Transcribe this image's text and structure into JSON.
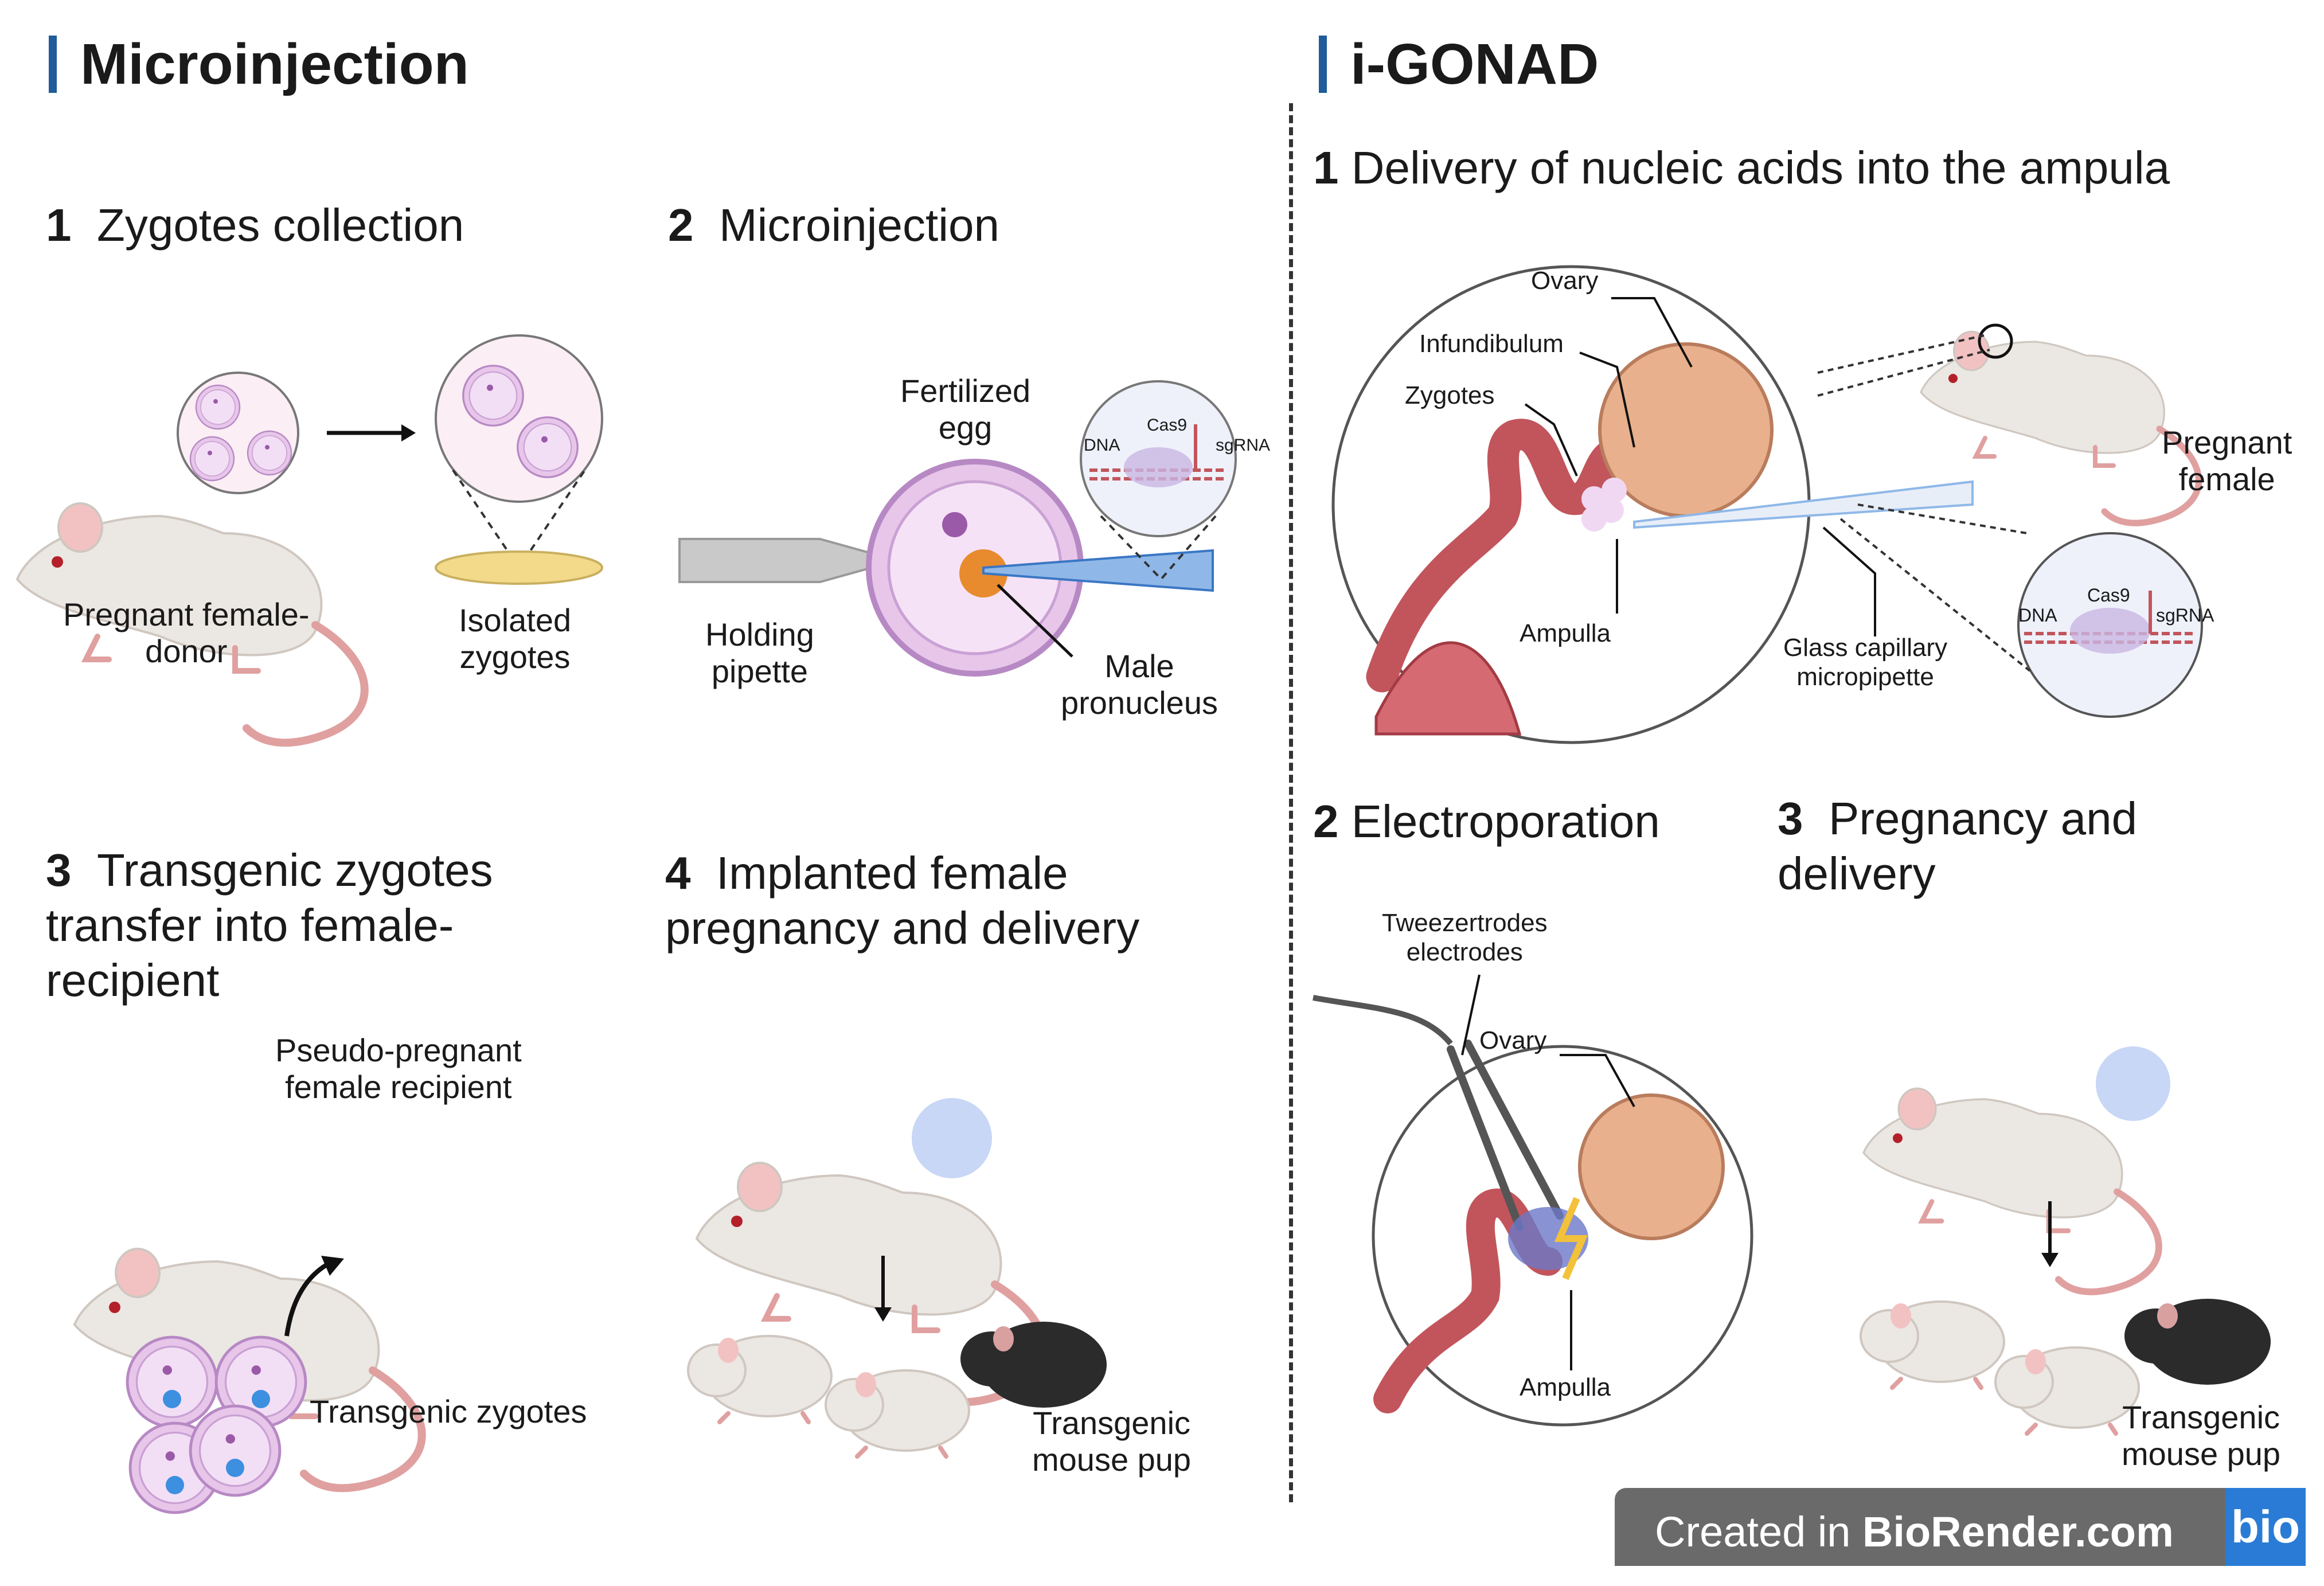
{
  "left": {
    "title": "Microinjection",
    "step1": {
      "num": "1",
      "text": "Zygotes collection",
      "labels": {
        "donor": "Pregnant female-\ndonor",
        "isolated": "Isolated\nzygotes"
      }
    },
    "step2": {
      "num": "2",
      "text": "Microinjection",
      "labels": {
        "fertilized": "Fertilized\negg",
        "holding": "Holding\npipette",
        "male": "Male\npronucleus",
        "dna": "DNA",
        "cas9": "Cas9",
        "sgrna": "sgRNA"
      }
    },
    "step3": {
      "num": "3",
      "text": "Transgenic zygotes\ntransfer into female-\nrecipient",
      "labels": {
        "pseudo": "Pseudo-pregnant\nfemale recipient",
        "zygotes": "Transgenic zygotes"
      }
    },
    "step4": {
      "num": "4",
      "text": "Implanted female\npregnancy and delivery",
      "labels": {
        "pup": "Transgenic\nmouse pup"
      }
    }
  },
  "right": {
    "title": "i-GONAD",
    "step1": {
      "num": "1",
      "text": "Delivery of nucleic acids into the ampula",
      "labels": {
        "ovary": "Ovary",
        "infundibulum": "Infundibulum",
        "zygotes": "Zygotes",
        "ampulla": "Ampulla",
        "glass": "Glass capillary\nmicropipette",
        "pregnant": "Pregnant\nfemale",
        "dna": "DNA",
        "cas9": "Cas9",
        "sgrna": "sgRNA"
      }
    },
    "step2": {
      "num": "2",
      "text": "Electroporation",
      "labels": {
        "tweezer": "Tweezertrodes\nelectrodes",
        "ovary": "Ovary",
        "ampulla": "Ampulla"
      }
    },
    "step3": {
      "num": "3",
      "text": "Pregnancy and\ndelivery",
      "labels": {
        "pup": "Transgenic\nmouse pup"
      }
    }
  },
  "footer": {
    "prefix": "Created in ",
    "brand": "BioRender.com",
    "logo": "bio"
  },
  "colors": {
    "accent": "#1f5c99",
    "mouse": "#ebe7e2",
    "tail": "#e0a0a0",
    "zygote": "#e7c6ea",
    "ovary": "#e8b08c",
    "tract": "#c2555c",
    "pipette": "#8fb8e8",
    "dark_mouse": "#2b2b2b",
    "footer": "#6a6a6a",
    "logo": "#2a7bd5"
  }
}
